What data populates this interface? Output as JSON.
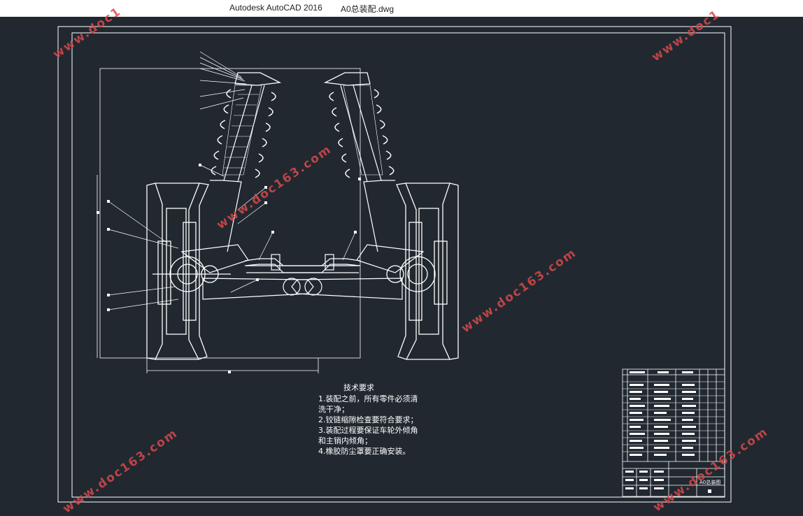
{
  "window": {
    "app_title": "Autodesk AutoCAD 2016",
    "file_name": "A0总装配.dwg"
  },
  "drawing": {
    "notes_title": "技术要求",
    "notes": [
      "1.装配之前，所有零件必须清",
      "洗干净；",
      "2.铰链缩隙检查要符合要求；",
      "3.装配过程要保证车轮外倾角",
      "和主销内倾角；",
      "4.橡胶防尘罩要正确安装。"
    ],
    "title_block_name": "A0总装图"
  },
  "watermark": {
    "text": "www.doc163.com",
    "partial": "www.doc1",
    "color": "#d94a4a"
  },
  "colors": {
    "background": "#212830",
    "line": "#ffffff",
    "watermark": "#d94a4a"
  }
}
